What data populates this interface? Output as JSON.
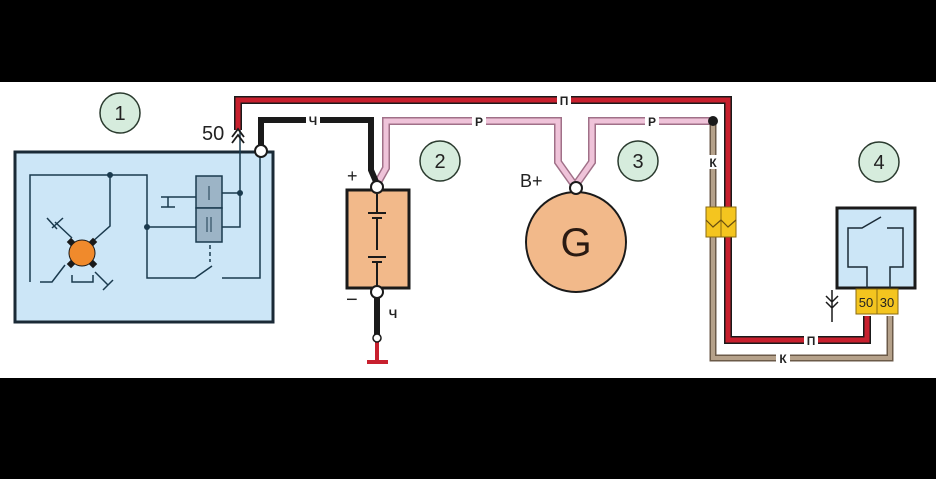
{
  "diagram": {
    "components": [
      {
        "number": "1",
        "name": "starter"
      },
      {
        "number": "2",
        "name": "battery"
      },
      {
        "number": "3",
        "name": "generator"
      },
      {
        "number": "4",
        "name": "ignition-switch"
      }
    ],
    "labels": {
      "starter_terminal": "50",
      "battery_plus": "+",
      "battery_minus": "−",
      "generator_letter": "G",
      "generator_terminal": "B+",
      "switch_term_50": "50",
      "switch_term_30": "30"
    },
    "wire_codes": {
      "black_top": "Ч",
      "black_ground": "Ч",
      "pink_left": "Р",
      "pink_right": "Р",
      "red_top": "П",
      "red_bottom": "П",
      "brown_vertical": "К",
      "brown_bottom": "К"
    },
    "colors": {
      "red_wire": "#c8202e",
      "black_wire": "#1a1a1a",
      "pink_wire": "#e8b4cf",
      "brown_wire": "#a89580",
      "starter_fill": "#cce6f7",
      "battery_fill": "#f2b98a",
      "generator_fill": "#f2b98a",
      "fuse_fill": "#f4c51f",
      "badge_fill": "#d6ecdd"
    }
  }
}
